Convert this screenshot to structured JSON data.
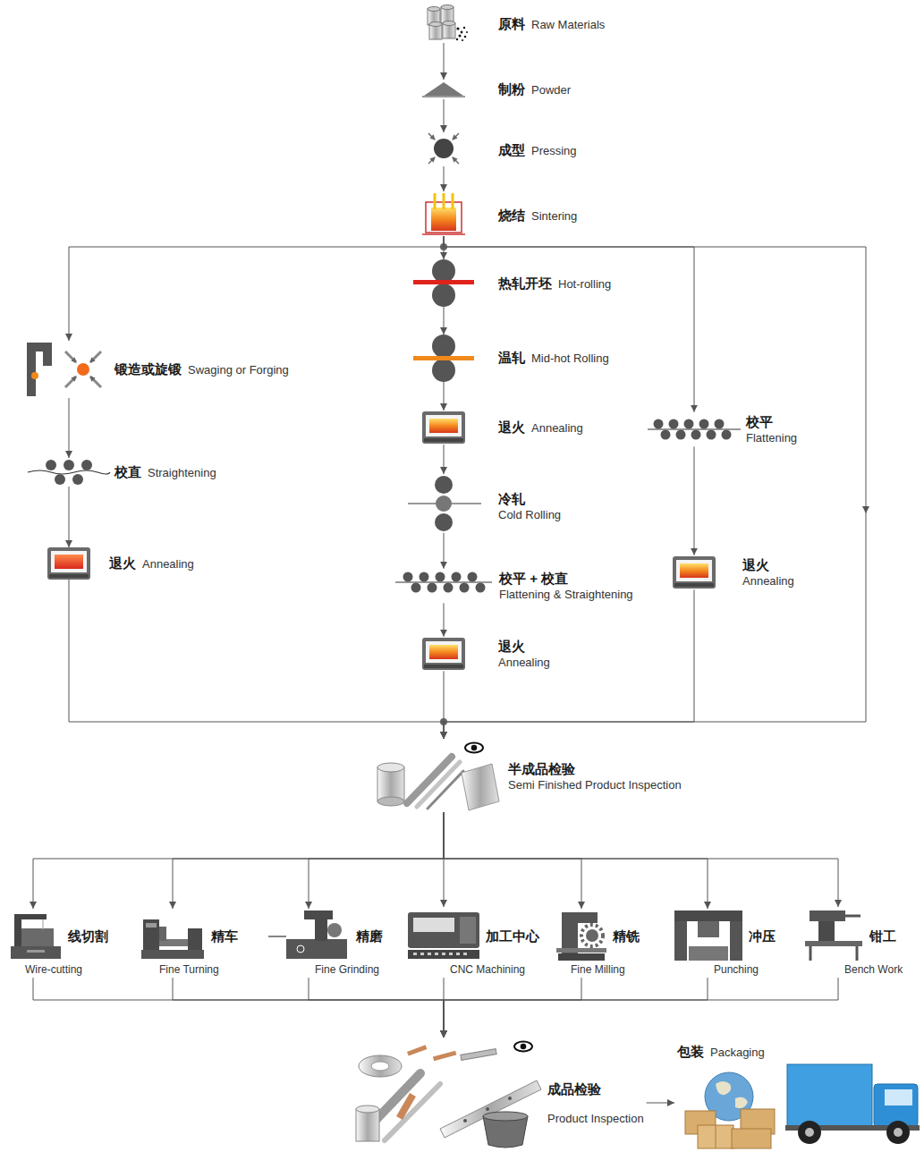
{
  "diagram": {
    "nodes": [
      {
        "text": [
          "原料",
          "Raw Materials"
        ]
      },
      {
        "text": [
          "制粉",
          "Powder"
        ]
      },
      {
        "text": [
          "成型",
          "Pressing"
        ]
      },
      {
        "text": [
          "烧结",
          "Sintering"
        ]
      },
      {
        "text": [
          "热轧开坯",
          "Hot-rolling"
        ]
      },
      {
        "text": [
          "锻造或旋锻",
          "Swaging or Forging"
        ]
      },
      {
        "text": [
          "温轧",
          "Mid-hot Rolling"
        ]
      },
      {
        "text": [
          "退火",
          "Annealing"
        ]
      },
      {
        "text": [
          "校平",
          "Flattening"
        ]
      },
      {
        "text": [
          "校直",
          "Straightening"
        ]
      },
      {
        "text": [
          "冷轧",
          "Cold Rolling"
        ]
      },
      {
        "text": [
          "退火",
          "Annealing"
        ]
      },
      {
        "text": [
          "校平 + 校直",
          "Flattening & Straightening"
        ]
      },
      {
        "text": [
          "退火",
          "Annealing"
        ]
      },
      {
        "text": [
          "退火",
          "Annealing"
        ]
      },
      {
        "text": [
          "半成品检验",
          "Semi Finished Product Inspection"
        ]
      },
      {
        "text": [
          "线切割",
          "Wire-cutting"
        ]
      },
      {
        "text": [
          "精车",
          "Fine Turning"
        ]
      },
      {
        "text": [
          "精磨",
          "Fine Grinding"
        ]
      },
      {
        "text": [
          "加工中心",
          "CNC Machining"
        ]
      },
      {
        "text": [
          "精铣",
          "Fine Milling"
        ]
      },
      {
        "text": [
          "冲压",
          "Punching"
        ]
      },
      {
        "text": [
          "钳工",
          "Bench Work"
        ]
      },
      {
        "text": [
          "成品检验",
          "Product Inspection"
        ]
      },
      {
        "text": [
          "包装",
          "Packaging"
        ]
      }
    ],
    "edges": [
      {
        "from": 0,
        "to": 1,
        "arrow": "to"
      },
      {
        "from": 1,
        "to": 2,
        "arrow": "to"
      },
      {
        "from": 2,
        "to": 3,
        "arrow": "to"
      },
      {
        "from": 3,
        "to": 5,
        "arrow": "to"
      },
      {
        "from": 3,
        "to": 4,
        "arrow": "to"
      },
      {
        "from": 3,
        "to": 8,
        "arrow": "to"
      },
      {
        "from": 3,
        "to": 15,
        "arrow": "to"
      },
      {
        "from": 4,
        "to": 6,
        "arrow": "to"
      },
      {
        "from": 6,
        "to": 7,
        "arrow": "to"
      },
      {
        "from": 7,
        "to": 10,
        "arrow": "to"
      },
      {
        "from": 10,
        "to": 12,
        "arrow": "to"
      },
      {
        "from": 12,
        "to": 14,
        "arrow": "to"
      },
      {
        "from": 5,
        "to": 9,
        "arrow": "to"
      },
      {
        "from": 9,
        "to": 11,
        "arrow": "to"
      },
      {
        "from": 8,
        "to": 13,
        "arrow": "to"
      },
      {
        "from": 11,
        "to": 15,
        "arrow": "to"
      },
      {
        "from": 14,
        "to": 15,
        "arrow": "to"
      },
      {
        "from": 13,
        "to": 15,
        "arrow": "to"
      },
      {
        "from": 15,
        "to": 16,
        "arrow": "to"
      },
      {
        "from": 15,
        "to": 17,
        "arrow": "to"
      },
      {
        "from": 15,
        "to": 18,
        "arrow": "to"
      },
      {
        "from": 15,
        "to": 19,
        "arrow": "to"
      },
      {
        "from": 15,
        "to": 20,
        "arrow": "to"
      },
      {
        "from": 15,
        "to": 21,
        "arrow": "to"
      },
      {
        "from": 15,
        "to": 22,
        "arrow": "to"
      },
      {
        "from": 16,
        "to": 23,
        "arrow": "to"
      },
      {
        "from": 17,
        "to": 23,
        "arrow": "to"
      },
      {
        "from": 18,
        "to": 23,
        "arrow": "to"
      },
      {
        "from": 19,
        "to": 23,
        "arrow": "to"
      },
      {
        "from": 20,
        "to": 23,
        "arrow": "to"
      },
      {
        "from": 21,
        "to": 23,
        "arrow": "to"
      },
      {
        "from": 22,
        "to": 23,
        "arrow": "to"
      },
      {
        "from": 23,
        "to": 24,
        "arrow": "to"
      }
    ]
  }
}
